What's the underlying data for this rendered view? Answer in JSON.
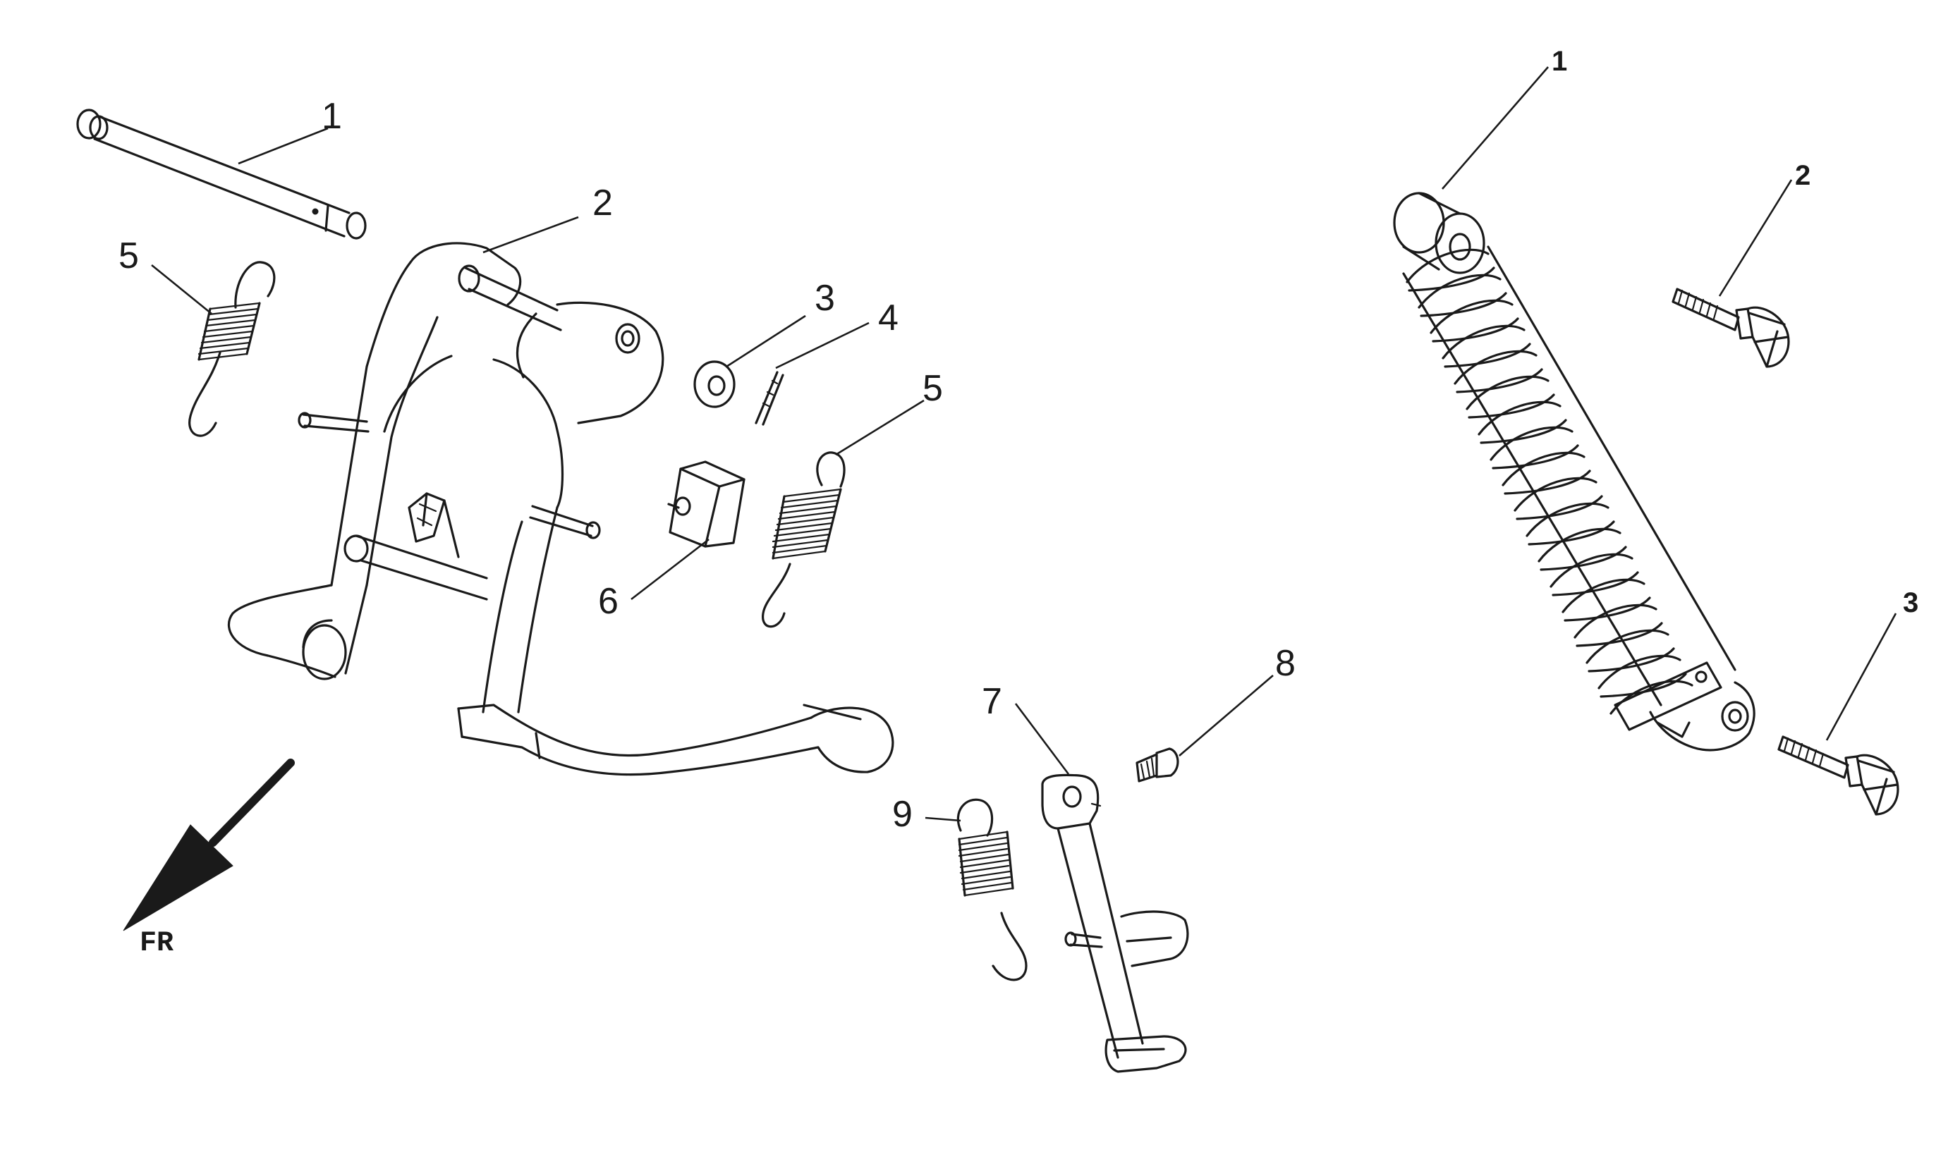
{
  "diagram": {
    "left_assembly": {
      "callouts": [
        "1",
        "2",
        "3",
        "4",
        "5",
        "5",
        "6"
      ],
      "parts": [
        "pivot-shaft",
        "main-stand",
        "washer",
        "cotter-pin",
        "return-spring",
        "return-spring",
        "stopper-rubber"
      ]
    },
    "side_stand_assembly": {
      "callouts": [
        "7",
        "8",
        "9"
      ],
      "parts": [
        "side-stand",
        "side-stand-bolt",
        "side-stand-spring"
      ]
    },
    "right_assembly": {
      "callouts": [
        "1",
        "2",
        "3"
      ],
      "parts": [
        "rear-shock-absorber",
        "upper-mount-bolt",
        "lower-mount-bolt"
      ]
    },
    "direction_label": "FR",
    "direction_icon": "front-direction-arrow-icon"
  }
}
